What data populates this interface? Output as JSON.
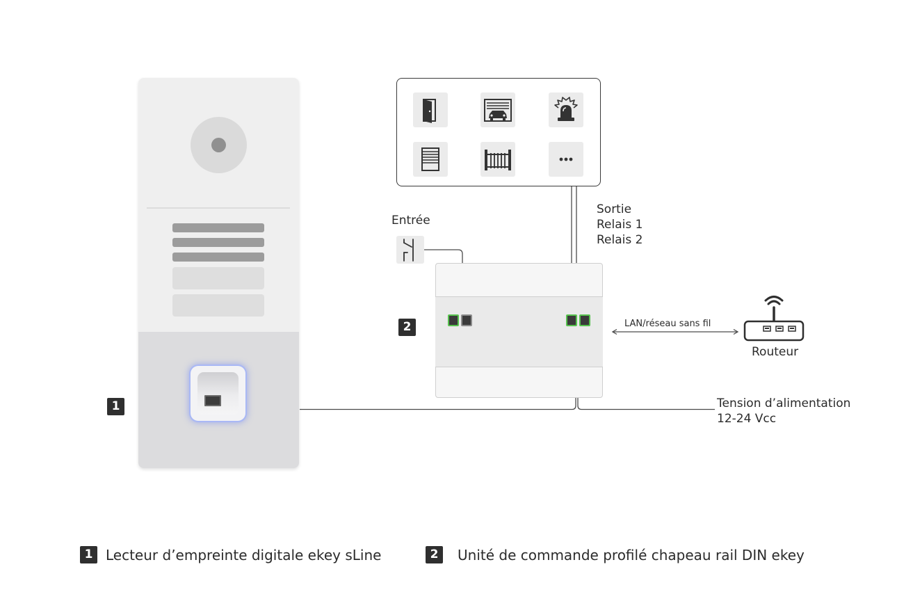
{
  "labels": {
    "entree": "Entrée",
    "sortie": "Sortie",
    "relais1": "Relais 1",
    "relais2": "Relais 2",
    "lan": "LAN/réseau sans fil",
    "routeur": "Routeur",
    "tension": "Tension d’alimentation",
    "voltage": "12-24 Vcc"
  },
  "badges": {
    "reader": "1",
    "unit": "2"
  },
  "legend": {
    "item1": {
      "number": "1",
      "text": "Lecteur d’empreinte digitale ekey sLine"
    },
    "item2": {
      "number": "2",
      "text": "Unité de commande profilé chapeau rail DIN ekey"
    }
  },
  "icons": {
    "actuators": [
      "door-icon",
      "garage-icon",
      "alarm-icon",
      "blind-icon",
      "gate-icon",
      "more-icon"
    ],
    "input": "switch-icon",
    "router": "router-wifi-icon"
  },
  "colors": {
    "ink": "#2b2b2b",
    "badge": "#2f2f2f",
    "port_led": "#57c14e",
    "sensor_glow": "#a9b8f5"
  }
}
